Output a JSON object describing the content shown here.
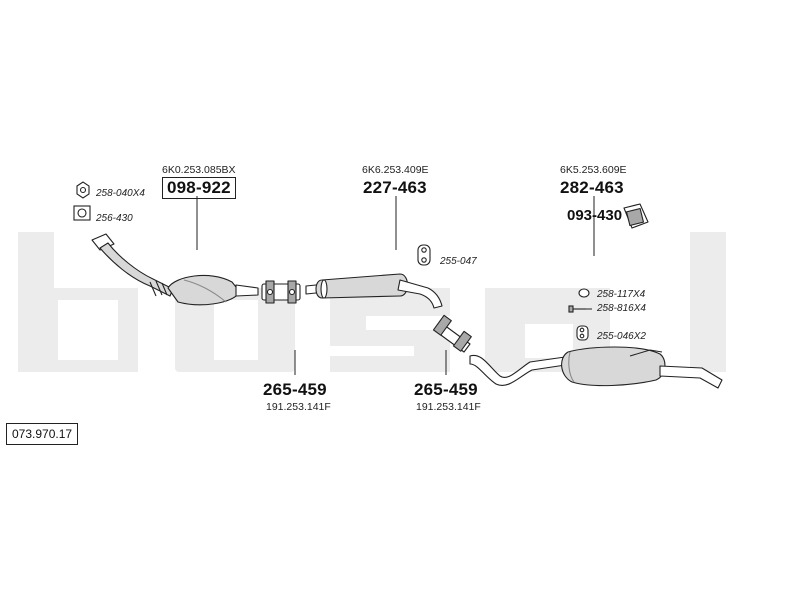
{
  "watermark": {
    "text": "bosal",
    "color": "#ececec"
  },
  "reference_number": "073.970.17",
  "parts": {
    "catalytic_converter": {
      "oem": "6K0.253.085BX",
      "number": "098-922"
    },
    "front_silencer": {
      "oem": "6K6.253.409E",
      "number": "227-463"
    },
    "rear_silencer": {
      "oem": "6K5.253.609E",
      "number": "282-463"
    },
    "rubber_mount_rear": {
      "number": "093-430"
    },
    "clamp_left": {
      "number": "265-459",
      "oem": "191.253.141F"
    },
    "clamp_right": {
      "number": "265-459",
      "oem": "191.253.141F"
    }
  },
  "small_parts": {
    "nut": {
      "label": "258-040X4",
      "icon": "hex-nut-icon"
    },
    "gasket": {
      "label": "256-430",
      "icon": "gasket-icon"
    },
    "hanger_front": {
      "label": "255-047",
      "icon": "rubber-hanger-icon"
    },
    "ring": {
      "label": "258-117X4",
      "icon": "ring-icon"
    },
    "bolt": {
      "label": "258-816X4",
      "icon": "bolt-icon"
    },
    "hanger_rear": {
      "label": "255-046X2",
      "icon": "rubber-hanger-icon"
    }
  },
  "colors": {
    "line": "#222222",
    "part_fill": "#d8d8d8",
    "part_shade": "#a8a8a8"
  }
}
